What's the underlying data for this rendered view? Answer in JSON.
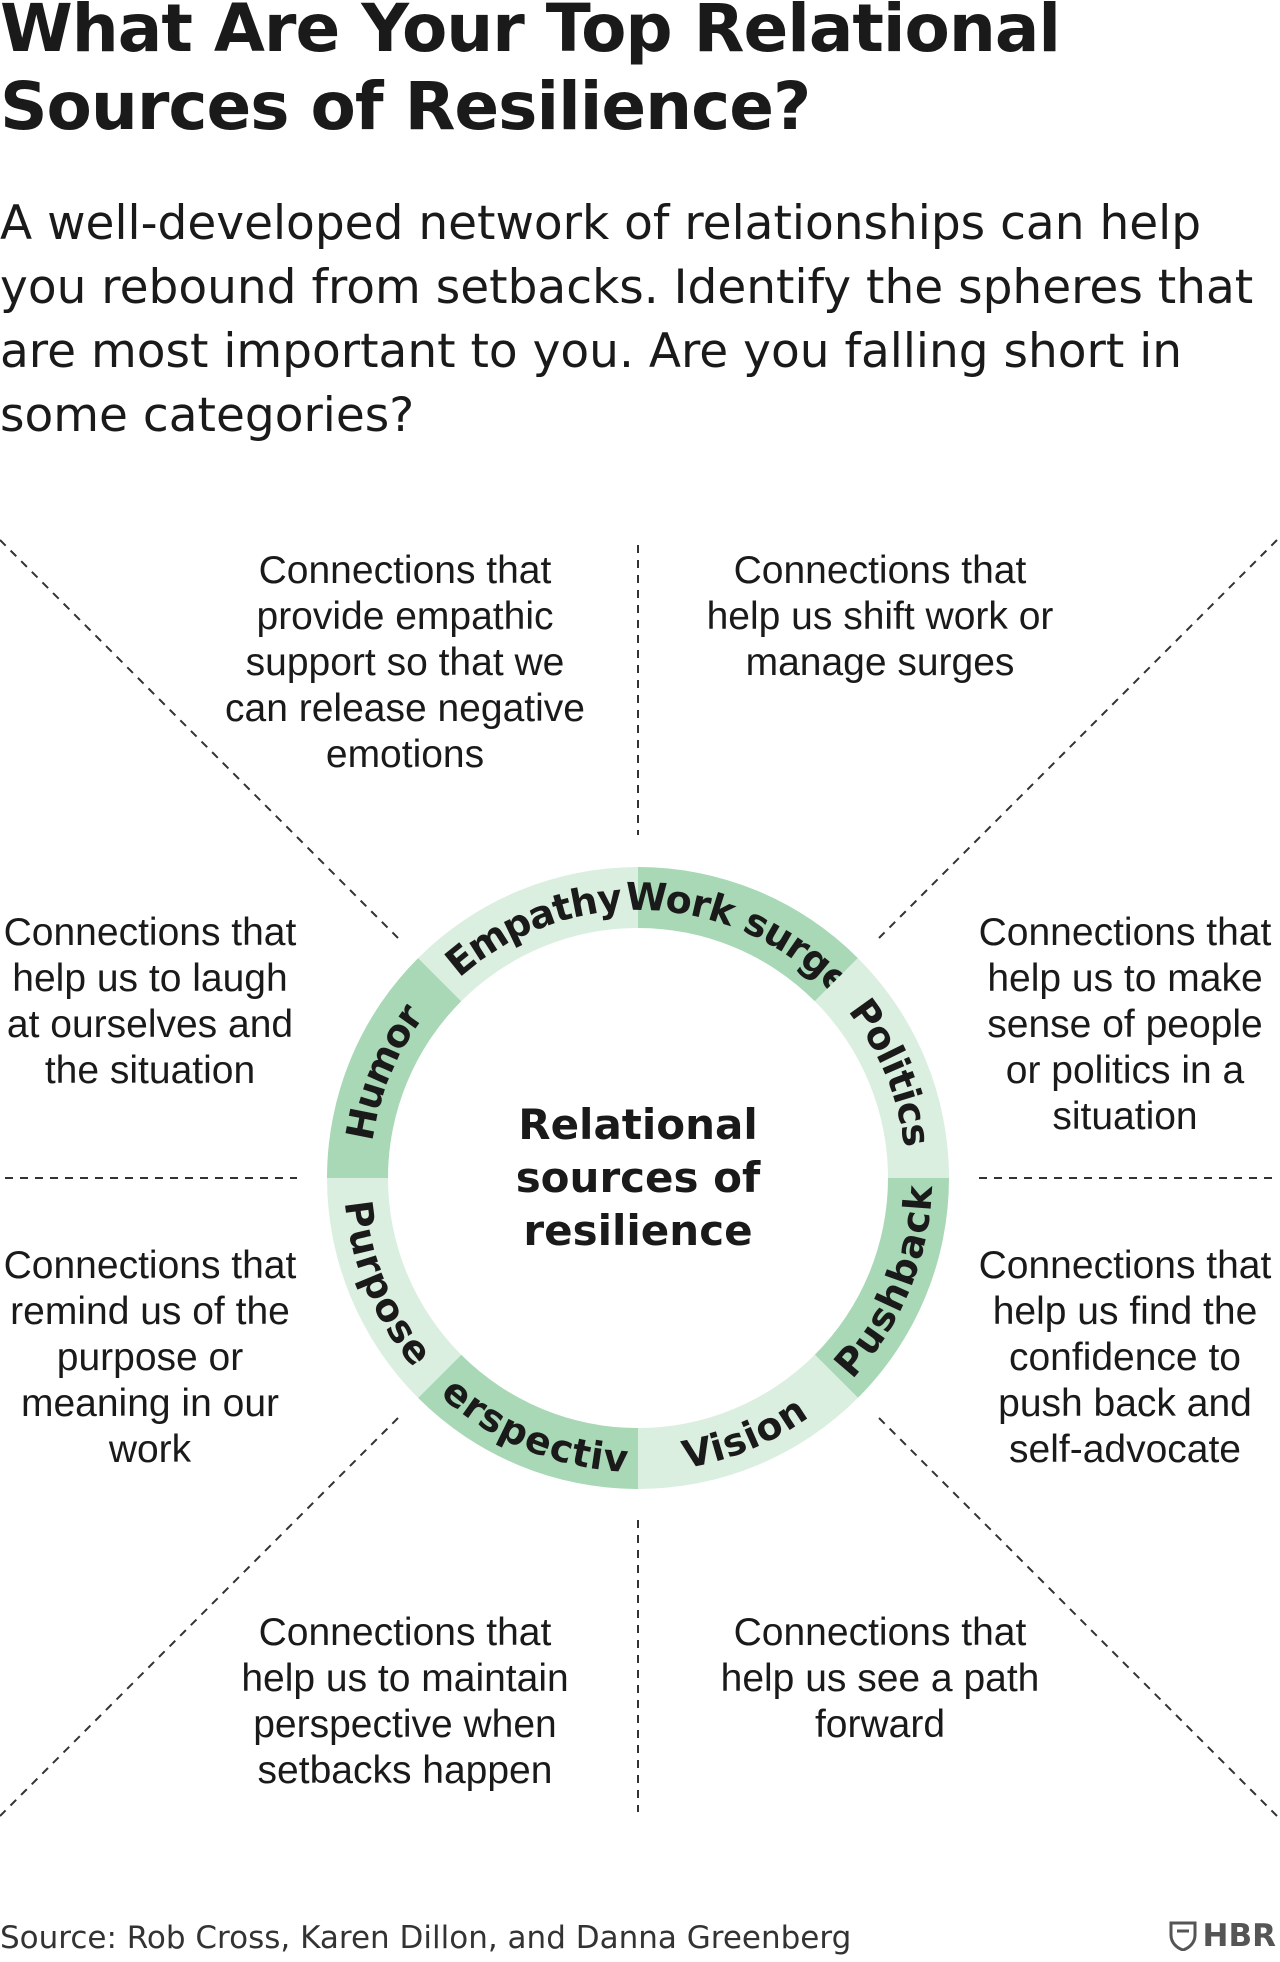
{
  "title": "What Are Your Top Relational Sources of Resilience?",
  "subtitle": "A well-developed network of relationships can help you rebound from setbacks. Identify the spheres that are most important to you. Are you falling short in some categories?",
  "center_label": [
    "Relational",
    "sources of",
    "resilience"
  ],
  "colors": {
    "dark": "#a8d8b5",
    "light": "#dbefe0",
    "divider": "#333333"
  },
  "segments": [
    {
      "label": "Empathy",
      "shade": "light"
    },
    {
      "label": "Work surge",
      "shade": "dark"
    },
    {
      "label": "Politics",
      "shade": "light"
    },
    {
      "label": "Pushback",
      "shade": "dark"
    },
    {
      "label": "Vision",
      "shade": "light"
    },
    {
      "label": "Perspective",
      "shade": "dark"
    },
    {
      "label": "Purpose",
      "shade": "light"
    },
    {
      "label": "Humor",
      "shade": "dark"
    }
  ],
  "descriptions": {
    "empathy": "Connections that provide empathic support so that we can release negative emotions",
    "work_surge": "Connections that help us shift work or manage surges",
    "humor": "Connections that help us to laugh at ourselves and the situation",
    "politics": "Connections that help us to make sense of people or politics in a situation",
    "purpose": "Connections that remind us of the purpose or meaning in our work",
    "pushback": "Connections that help us find the confidence to push back and self-advocate",
    "perspective": "Connections that help us to maintain perspective when setbacks happen",
    "vision": "Connections that help us see a path forward"
  },
  "source": "Source: Rob Cross, Karen Dillon, and Danna Greenberg",
  "logo": {
    "text": "HBR",
    "icon": "shield-icon"
  }
}
